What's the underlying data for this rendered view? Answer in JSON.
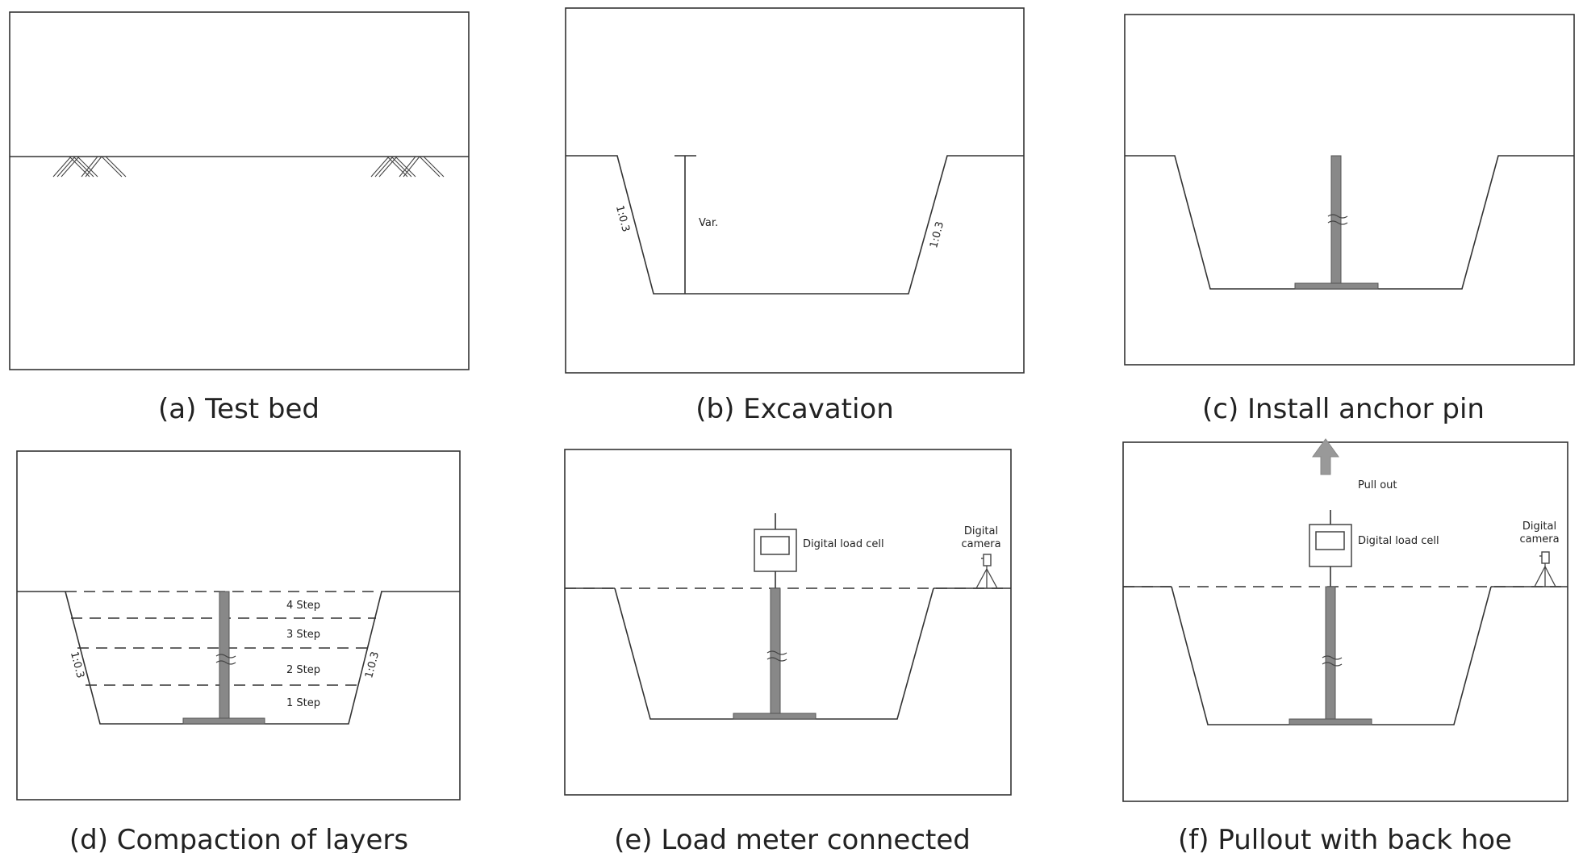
{
  "panels": {
    "a": {
      "caption": "(a) Test bed"
    },
    "b": {
      "caption": "(b) Excavation",
      "depth_label": "Var.",
      "slope_left": "1:0.3",
      "slope_right": "1:0.3"
    },
    "c": {
      "caption": "(c) Install anchor pin"
    },
    "d": {
      "caption": "(d) Compaction of layers",
      "slope_left": "1:0.3",
      "slope_right": "1:0.3",
      "steps": [
        "4 Step",
        "3 Step",
        "2 Step",
        "1 Step"
      ]
    },
    "e": {
      "caption": "(e) Load meter connected",
      "load_cell_label": "Digital load cell",
      "camera_label_1": "Digital",
      "camera_label_2": "camera"
    },
    "f": {
      "caption": "(f) Pullout with back hoe",
      "pull_label": "Pull out",
      "load_cell_label": "Digital load cell",
      "camera_label_1": "Digital",
      "camera_label_2": "camera"
    }
  }
}
